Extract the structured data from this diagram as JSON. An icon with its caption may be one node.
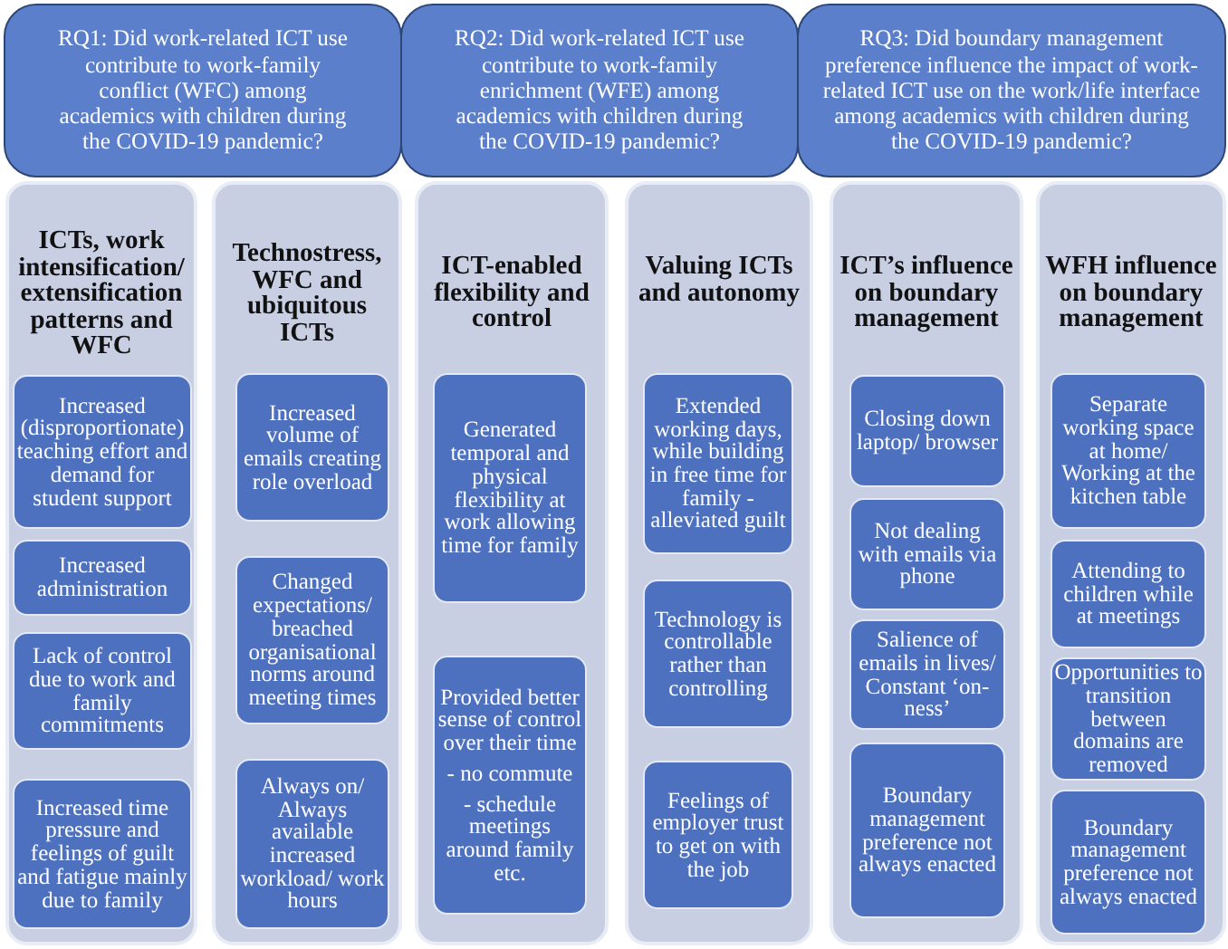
{
  "diagram": {
    "nodes": [
      {
        "text": [
          "RQ1: Did work-related ICT use contribute to work-family conflict (WFC) among academics with children during the COVID-19 pandemic?"
        ]
      },
      {
        "text": [
          "RQ2: Did work-related ICT use contribute to work-family enrichment (WFE) among academics with children during the COVID-19 pandemic?"
        ]
      },
      {
        "text": [
          "RQ3: Did boundary management preference influence the impact of work-related ICT use on the work/life interface among academics with children during the COVID-19 pandemic?"
        ]
      },
      {
        "text": [
          "ICTs, work intensification/ extensification patterns and WFC"
        ]
      },
      {
        "text": [
          "Increased (disproportionate) teaching effort and demand for student support"
        ],
        "in": 3
      },
      {
        "text": [
          "Increased administration"
        ],
        "in": 3
      },
      {
        "text": [
          "Lack of control due to work and family commitments"
        ],
        "in": 3
      },
      {
        "text": [
          "Increased time pressure and feelings of guilt and fatigue mainly due to family"
        ],
        "in": 3
      },
      {
        "text": [
          "Technostress, WFC and ubiquitous ICTs"
        ]
      },
      {
        "text": [
          "Increased volume of emails creating role overload"
        ],
        "in": 8
      },
      {
        "text": [
          "Changed expectations/ breached organisational norms around meeting times"
        ],
        "in": 8
      },
      {
        "text": [
          "Always on/ Always available increased workload/ work hours"
        ],
        "in": 8
      },
      {
        "text": [
          "ICT-enabled flexibility and control"
        ]
      },
      {
        "text": [
          "Generated temporal and physical flexibility at work allowing time for family"
        ],
        "in": 12
      },
      {
        "text": [
          "Provided better sense of control over their time",
          "- no commute",
          "- schedule meetings around family etc."
        ],
        "in": 12
      },
      {
        "text": [
          "Valuing ICTs and autonomy"
        ]
      },
      {
        "text": [
          "Extended working days, while building in free time for family - alleviated guilt"
        ],
        "in": 15
      },
      {
        "text": [
          "Technology is controllable rather than controlling"
        ],
        "in": 15
      },
      {
        "text": [
          "Feelings of employer trust to get on with the job"
        ],
        "in": 15
      },
      {
        "text": [
          "ICT’s influence on boundary management"
        ]
      },
      {
        "text": [
          "Closing down laptop/ browser"
        ],
        "in": 19
      },
      {
        "text": [
          "Not dealing with emails via phone"
        ],
        "in": 19
      },
      {
        "text": [
          "Salience of emails in lives/ Constant ‘on-ness’"
        ],
        "in": 19
      },
      {
        "text": [
          "Boundary management preference not always enacted"
        ],
        "in": 19
      },
      {
        "text": [
          "WFH influence on boundary management"
        ]
      },
      {
        "text": [
          "Separate working space at home/ Working at the kitchen table"
        ],
        "in": 24
      },
      {
        "text": [
          "Attending to children while at meetings"
        ],
        "in": 24
      },
      {
        "text": [
          "Opportunities to transition between domains are removed"
        ],
        "in": 24
      },
      {
        "text": [
          "Boundary management preference not always enacted"
        ],
        "in": 24
      }
    ]
  }
}
